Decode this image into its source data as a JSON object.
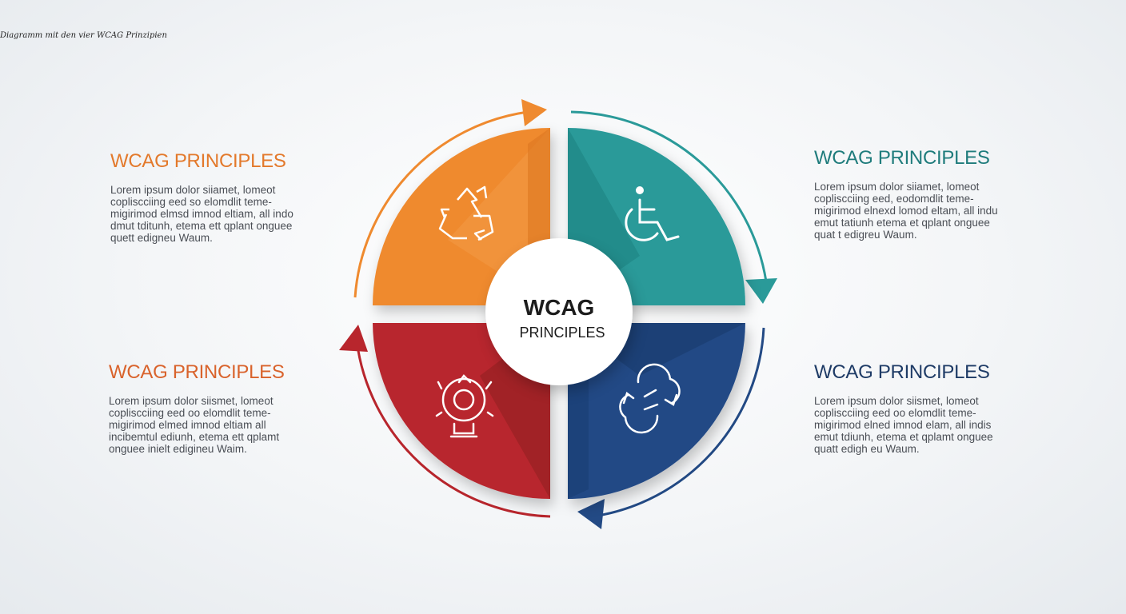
{
  "caption": "Diagramm mit den vier WCAG Prinzipien",
  "center": {
    "title": "WCAG",
    "subtitle": "PRINCIPLES"
  },
  "panels": [
    {
      "title": "WCAG PRINCIPLES",
      "color": "#e3792b",
      "text": "Lorem ipsum dolor siiamet, lomeot copliscciing eed so elomdlit teme-migirimod elmsd imnod eltiam, all indo dmut tditunh, etema ett qplant onguee quett edigneu Waum."
    },
    {
      "title": "WCAG PRINCIPLES",
      "color": "#1f7c7c",
      "text": "Lorem ipsum dolor siiamet, lomeot copliscciing eed, eodomdlit teme-migirimod elnexd lomod eltam, all indu emut tatiunh etema et qplant onguee quat t edigreu Waum."
    },
    {
      "title": "WCAG PRINCIPLES",
      "color": "#d9632c",
      "text": "Lorem ipsum dolor siismet, lomeot copliscciing eed oo elomdlit teme-migirimod elmed imnod eltiam all incibemtul ediunh, etema ett qplamt onguee inielt edigineu Waim."
    },
    {
      "title": "WCAG PRINCIPLES",
      "color": "#1e3b66",
      "text": "Lorem ipsum dolor siismet, lomeot copliscciing eed oo elomdlit teme-migirimod elned imnod elam, all indis emut tdiunh, etema et qplamt onguee quatt edigh eu Waum."
    }
  ],
  "quadrants": [
    {
      "name": "top-left",
      "color": "#ef8a2f",
      "dark": "#d9721c",
      "icon": "recycle-icon"
    },
    {
      "name": "top-right",
      "color": "#2a9a99",
      "dark": "#1c7c7b",
      "icon": "wheelchair-icon"
    },
    {
      "name": "bottom-left",
      "color": "#b8262d",
      "dark": "#8e1b20",
      "icon": "head-gears-icon"
    },
    {
      "name": "bottom-right",
      "color": "#234a85",
      "dark": "#183768",
      "icon": "cycle-arrows-icon"
    }
  ]
}
